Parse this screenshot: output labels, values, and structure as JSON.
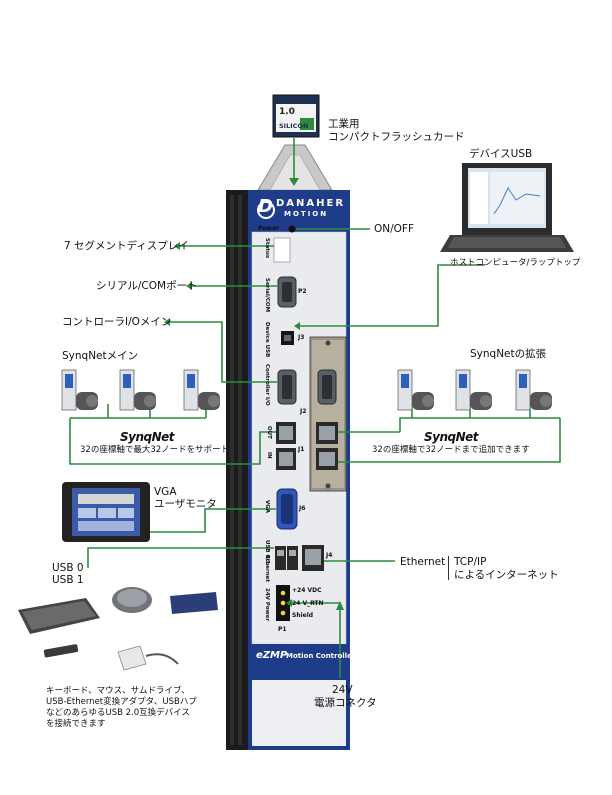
{
  "labels": {
    "compact_flash": "工業用\nコンパクトフラッシュカード",
    "cf_card_brand": "SILICON",
    "cf_card_size": "1.0",
    "device_usb": "デバイスUSB",
    "seven_segment": "7 セグメントディスプレイ",
    "on_off": "ON/OFF",
    "host_computer": "ホストコンピュータ/ラップトップ",
    "serial_com": "シリアル/COMポート",
    "controller_io": "コントローラI/Oメイン",
    "synqnet_main": "SynqNetメイン",
    "synqnet_ext": "SynqNetの拡張",
    "synqnet_logo": "SynqNet",
    "synqnet_main_desc": "32の座標軸で最大32ノードをサポート",
    "synqnet_ext_desc": "32の座標軸で32ノードまで追加できます",
    "vga": "VGA",
    "user_monitor": "ユーザモニタ",
    "ethernet": "Ethernet",
    "tcpip_line1": "TCP/IP",
    "tcpip_line2": "によるインターネット",
    "usb0": "USB 0",
    "usb1": "USB 1",
    "usb_desc1": "キーボード、マウス、サムドライブ、",
    "usb_desc2": "USB-Ethernet変換アダプタ、USBハブ",
    "usb_desc3": "などのあらゆるUSB 2.0互換デバイス",
    "usb_desc4": "を接続できます",
    "v24_line1": "24V",
    "v24_line2": "電源コネクタ"
  },
  "device": {
    "brand_top": "DANAHER",
    "brand_bottom": "MOTION",
    "model": "eZMP",
    "model_sub": "Motion Controller",
    "power_label": "Power",
    "status_label": "Status",
    "serial_label": "Serial/COM",
    "p2": "P2",
    "device_usb_label": "Device USB",
    "j3": "J3",
    "controller_io_label": "Controller I/O",
    "out_label": "OUT",
    "in_label": "IN",
    "j1": "J1",
    "j2": "J2",
    "vga_label": "VGA",
    "j6": "J6",
    "usb_label": "USB 0/1",
    "ethernet_label": "Ethernet",
    "j4": "J4",
    "power24_label": "24V Power",
    "p1": "P1",
    "plus24": "+24 VDC",
    "rtn": "24 V_RTN",
    "shield": "Shield"
  }
}
